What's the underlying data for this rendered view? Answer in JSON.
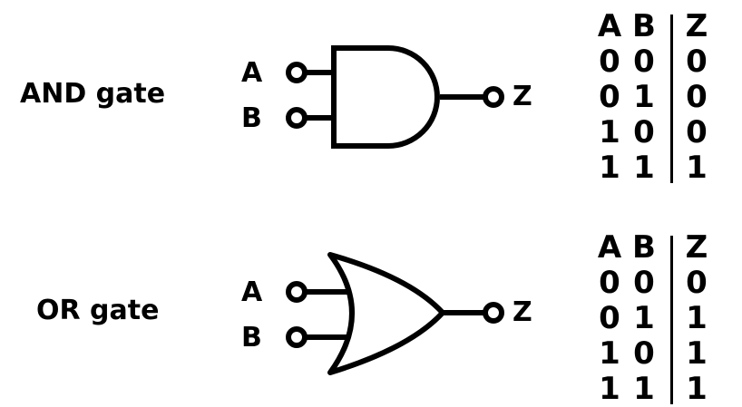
{
  "gates": [
    {
      "id": "and",
      "name": "AND gate",
      "input_a": "A",
      "input_b": "B",
      "output": "Z",
      "table": {
        "headers": [
          "A",
          "B",
          "Z"
        ],
        "rows": [
          [
            "0",
            "0",
            "0"
          ],
          [
            "0",
            "1",
            "0"
          ],
          [
            "1",
            "0",
            "0"
          ],
          [
            "1",
            "1",
            "1"
          ]
        ]
      }
    },
    {
      "id": "or",
      "name": "OR gate",
      "input_a": "A",
      "input_b": "B",
      "output": "Z",
      "table": {
        "headers": [
          "A",
          "B",
          "Z"
        ],
        "rows": [
          [
            "0",
            "0",
            "0"
          ],
          [
            "0",
            "1",
            "1"
          ],
          [
            "1",
            "0",
            "1"
          ],
          [
            "1",
            "1",
            "1"
          ]
        ]
      }
    }
  ],
  "colors": {
    "ink": "#000000",
    "background": "#ffffff"
  }
}
